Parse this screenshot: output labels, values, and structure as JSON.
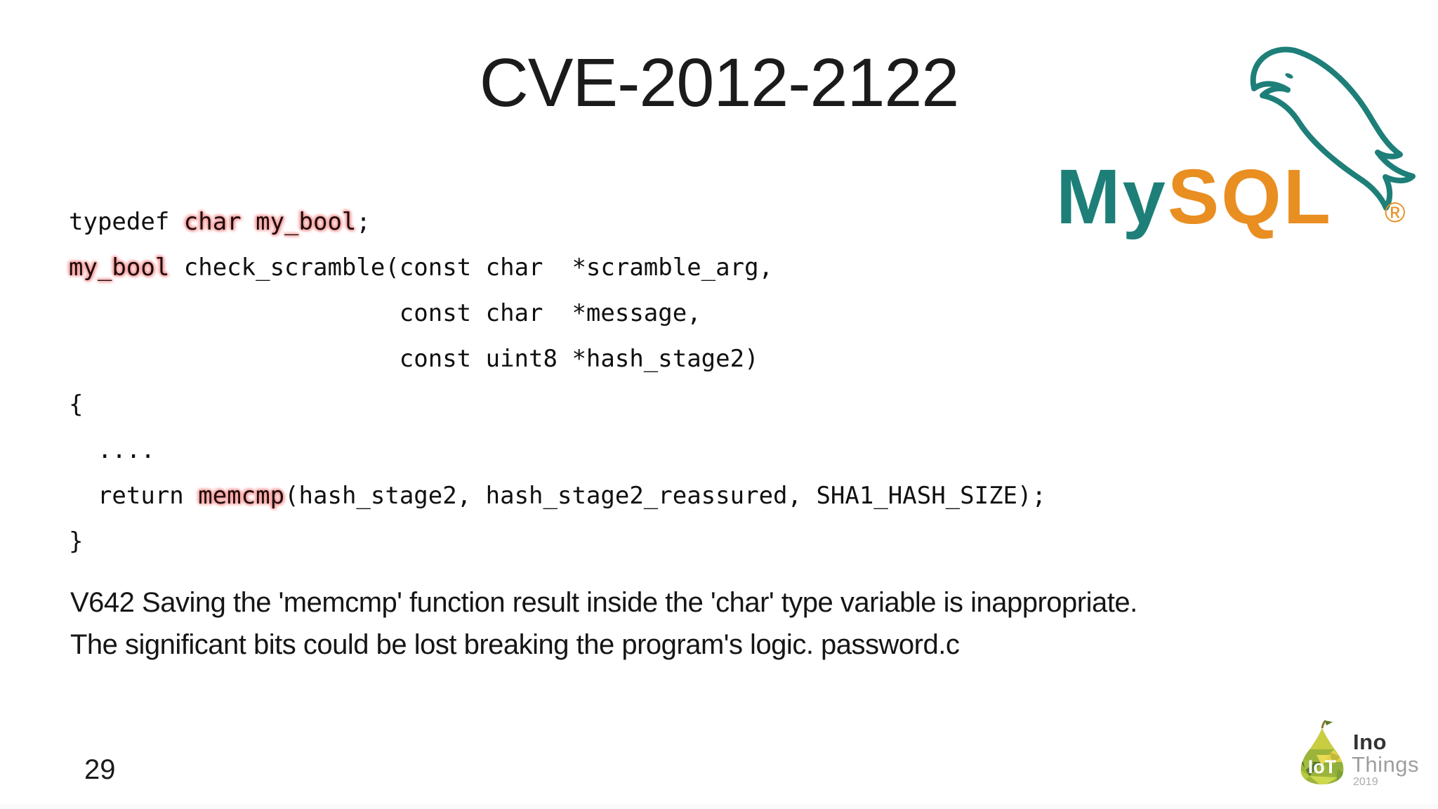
{
  "slide": {
    "title": "CVE-2012-2122",
    "page_number": "29"
  },
  "code": {
    "lines": [
      {
        "segments": [
          {
            "t": "typedef ",
            "hl": false
          },
          {
            "t": "char my_bool",
            "hl": true
          },
          {
            "t": ";",
            "hl": false
          }
        ]
      },
      {
        "segments": [
          {
            "t": "my_bool",
            "hl": true
          },
          {
            "t": " check_scramble(const char  *scramble_arg,",
            "hl": false
          }
        ]
      },
      {
        "segments": [
          {
            "t": "                       const char  *message,",
            "hl": false
          }
        ]
      },
      {
        "segments": [
          {
            "t": "                       const uint8 *hash_stage2)",
            "hl": false
          }
        ]
      },
      {
        "segments": [
          {
            "t": "{",
            "hl": false
          }
        ]
      },
      {
        "segments": [
          {
            "t": "  ....",
            "hl": false
          }
        ]
      },
      {
        "segments": [
          {
            "t": "  return ",
            "hl": false
          },
          {
            "t": "memcmp",
            "hl": true
          },
          {
            "t": "(hash_stage2, hash_stage2_reassured, SHA1_HASH_SIZE);",
            "hl": false
          }
        ]
      },
      {
        "segments": [
          {
            "t": "}",
            "hl": false
          }
        ]
      }
    ]
  },
  "finding": {
    "text": "V642 Saving the 'memcmp' function result inside the 'char' type variable is inappropriate.\nThe significant bits could be lost breaking the program's logic. password.c"
  },
  "mysql_logo": {
    "text_my": "My",
    "text_sql": "SQL",
    "registered": "®",
    "teal": "#1d7f78",
    "orange": "#e98e21"
  },
  "footer_logo": {
    "iot": "IoT",
    "ino": "Ino",
    "things": "Things",
    "year": "2019"
  },
  "colors": {
    "highlight_glow": "#f6a4a4",
    "code_text": "#101010",
    "title_text": "#1b1b1b"
  }
}
